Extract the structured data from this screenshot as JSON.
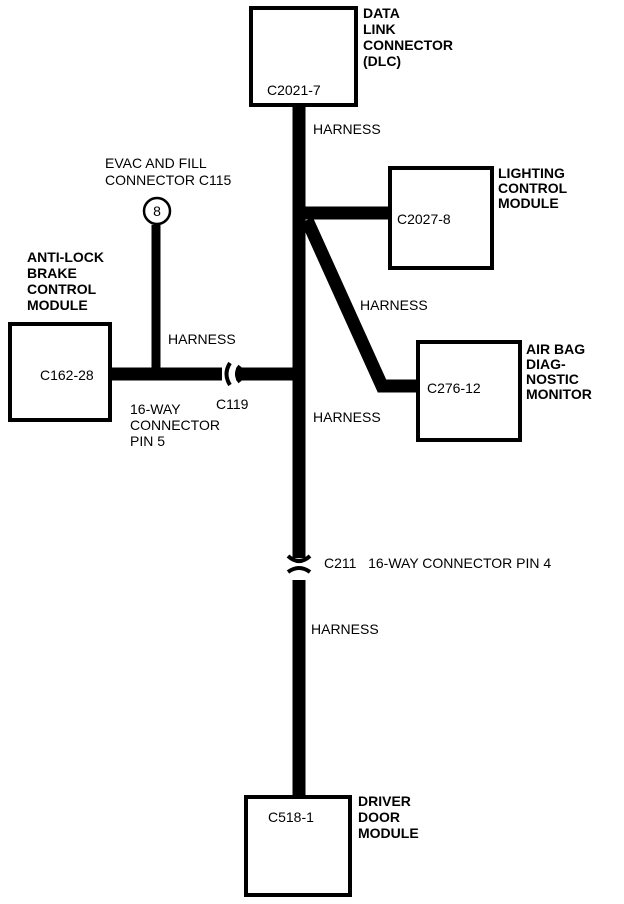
{
  "modules": {
    "dlc": {
      "name_lines": [
        "DATA",
        "LINK",
        "CONNECTOR",
        "(DLC)"
      ],
      "connector": "C2021-7"
    },
    "lighting": {
      "name_lines": [
        "LIGHTING",
        "CONTROL",
        "MODULE"
      ],
      "connector": "C2027-8"
    },
    "airbag": {
      "name_lines": [
        "AIR BAG",
        "DIAG-",
        "NOSTIC",
        "MONITOR"
      ],
      "connector": "C276-12"
    },
    "abs": {
      "name_lines": [
        "ANTI-LOCK",
        "BRAKE",
        "CONTROL",
        "MODULE"
      ],
      "connector": "C162-28"
    },
    "driver_door": {
      "name_lines": [
        "DRIVER",
        "DOOR",
        "MODULE"
      ],
      "connector": "C518-1"
    }
  },
  "evac": {
    "label_lines": [
      "EVAC AND FILL",
      "CONNECTOR C115"
    ],
    "pin": "8"
  },
  "harness_label": "HARNESS",
  "c119": {
    "id": "C119",
    "detail_lines": [
      "16-WAY",
      "CONNECTOR",
      "PIN 5"
    ]
  },
  "c211": {
    "label": "C211   16-WAY CONNECTOR PIN 4"
  }
}
